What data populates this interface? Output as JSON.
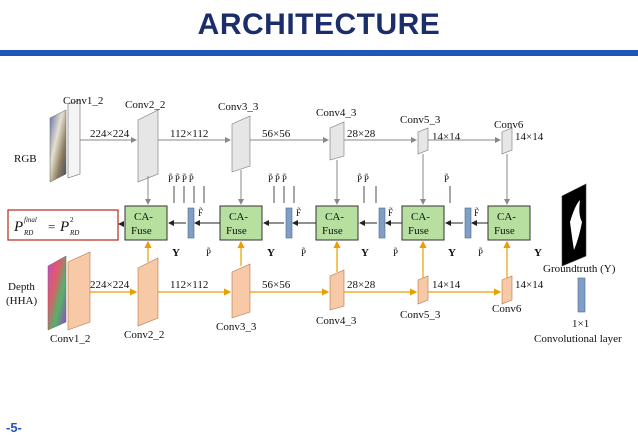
{
  "slide": {
    "title": "ARCHITECTURE",
    "page_number": "-5-"
  },
  "diagram": {
    "rgb_label": "RGB",
    "depth_label_line1": "Depth",
    "depth_label_line2": "(HHA)",
    "rgb_convs": {
      "conv1": "Conv1_2",
      "conv2": "Conv2_2",
      "conv3": "Conv3_3",
      "conv4": "Conv4_3",
      "conv5": "Conv5_3",
      "conv6": "Conv6"
    },
    "depth_convs": {
      "conv1": "Conv1_2",
      "conv2": "Conv2_2",
      "conv3": "Conv3_3",
      "conv4": "Conv4_3",
      "conv5": "Conv5_3",
      "conv6": "Conv6"
    },
    "sizes": [
      "224×224",
      "112×112",
      "56×56",
      "28×28",
      "14×14",
      "14×14"
    ],
    "fuse_line1": "CA-",
    "fuse_line2": "Fuse",
    "y_label": "Y",
    "output_P": "P",
    "output_final": "final",
    "output_RD": "RD",
    "output_eq": "=",
    "output_2": "2",
    "groundtruth": "Groundtruth (Y)",
    "conv_1x1": "1×1",
    "conv_layer": "Convolutional layer"
  }
}
